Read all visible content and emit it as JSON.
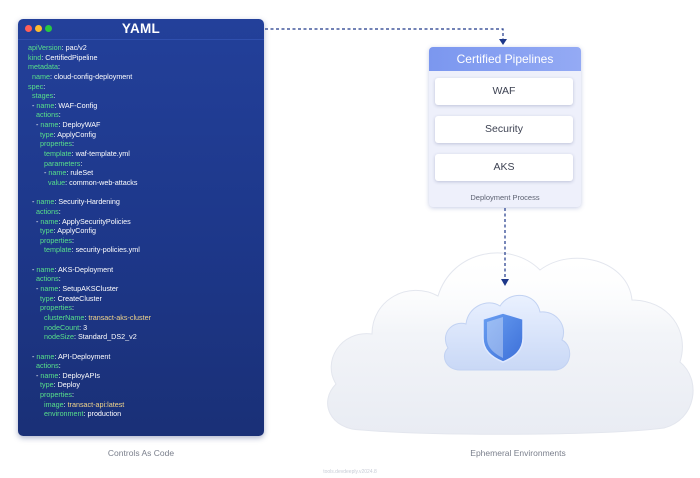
{
  "yaml": {
    "title": "YAML",
    "window_dots": [
      "#ff5f57",
      "#febc2e",
      "#28c840"
    ],
    "lines": [
      {
        "indent": 0,
        "key": "apiVersion",
        "value": "pac/v2"
      },
      {
        "indent": 0,
        "key": "kind",
        "value": "CertifiedPipeline"
      },
      {
        "indent": 0,
        "key": "metadata",
        "value": ""
      },
      {
        "indent": 1,
        "key": "name",
        "value": "cloud-config-deployment"
      },
      {
        "indent": 0,
        "key": "spec",
        "value": ""
      },
      {
        "indent": 1,
        "key": "stages",
        "value": ""
      },
      {
        "indent": 1,
        "dash": true,
        "key": "name",
        "value": "WAF-Config"
      },
      {
        "indent": 2,
        "key": "actions",
        "value": ""
      },
      {
        "indent": 2,
        "dash": true,
        "key": "name",
        "value": "DeployWAF"
      },
      {
        "indent": 3,
        "key": "type",
        "value": "ApplyConfig"
      },
      {
        "indent": 3,
        "key": "properties",
        "value": ""
      },
      {
        "indent": 4,
        "key": "template",
        "value": "waf-template.yml"
      },
      {
        "indent": 4,
        "key": "parameters",
        "value": ""
      },
      {
        "indent": 4,
        "dash": true,
        "key": "name",
        "value": "ruleSet"
      },
      {
        "indent": 5,
        "key": "value",
        "value": "common-web-attacks"
      },
      {
        "blank": true
      },
      {
        "indent": 1,
        "dash": true,
        "key": "name",
        "value": "Security-Hardening"
      },
      {
        "indent": 2,
        "key": "actions",
        "value": ""
      },
      {
        "indent": 2,
        "dash": true,
        "key": "name",
        "value": "ApplySecurityPolicies"
      },
      {
        "indent": 3,
        "key": "type",
        "value": "ApplyConfig"
      },
      {
        "indent": 3,
        "key": "properties",
        "value": ""
      },
      {
        "indent": 4,
        "key": "template",
        "value": "security-policies.yml"
      },
      {
        "blank": true
      },
      {
        "indent": 1,
        "dash": true,
        "key": "name",
        "value": "AKS-Deployment"
      },
      {
        "indent": 2,
        "key": "actions",
        "value": ""
      },
      {
        "indent": 2,
        "dash": true,
        "key": "name",
        "value": "SetupAKSCluster"
      },
      {
        "indent": 3,
        "key": "type",
        "value": "CreateCluster"
      },
      {
        "indent": 3,
        "key": "properties",
        "value": ""
      },
      {
        "indent": 4,
        "key": "clusterName",
        "value": "transact-aks-cluster",
        "str": true
      },
      {
        "indent": 4,
        "key": "nodeCount",
        "value": "3"
      },
      {
        "indent": 4,
        "key": "nodeSize",
        "value": "Standard_DS2_v2"
      },
      {
        "blank": true
      },
      {
        "indent": 1,
        "dash": true,
        "key": "name",
        "value": "API-Deployment"
      },
      {
        "indent": 2,
        "key": "actions",
        "value": ""
      },
      {
        "indent": 2,
        "dash": true,
        "key": "name",
        "value": "DeployAPIs"
      },
      {
        "indent": 3,
        "key": "type",
        "value": "Deploy"
      },
      {
        "indent": 3,
        "key": "properties",
        "value": ""
      },
      {
        "indent": 4,
        "key": "image",
        "value": "transact-api:latest",
        "str": true
      },
      {
        "indent": 4,
        "key": "environment",
        "value": "production"
      }
    ]
  },
  "captions": {
    "controls": "Controls As Code",
    "ephemeral": "Ephemeral Environments",
    "footer": "tools.devdeeply.v2024.8"
  },
  "pipelines": {
    "title": "Certified Pipelines",
    "items": [
      "WAF",
      "Security",
      "AKS"
    ],
    "caption": "Deployment Process"
  },
  "icons": {
    "shield": "shield-icon",
    "cloud": "cloud-icon"
  },
  "colors": {
    "yaml_key": "#58e08a",
    "yaml_string": "#f2d58a",
    "accent": "#1d3789",
    "arrow": "#1d3789",
    "shield": "#4f86e6"
  }
}
